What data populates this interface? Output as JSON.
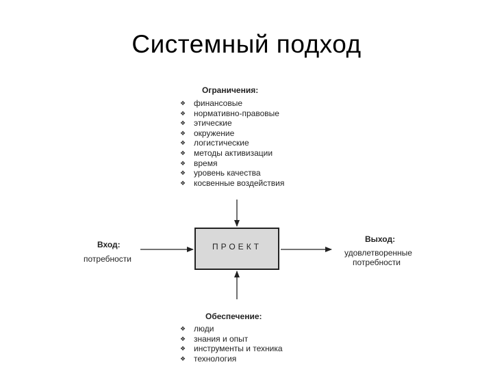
{
  "title": "Системный подход",
  "diagram": {
    "constraints": {
      "header": "Ограничения:",
      "items": [
        "финансовые",
        "нормативно-правовые",
        "этические",
        "окружение",
        "логистические",
        "методы активизации",
        "время",
        "уровень качества",
        "косвенные воздействия"
      ]
    },
    "input": {
      "header": "Вход:",
      "text": "потребности"
    },
    "output": {
      "header": "Выход:",
      "text_lines": [
        "удовлетворенные",
        "потребности"
      ]
    },
    "center": {
      "label": "ПРОЕКТ"
    },
    "support": {
      "header": "Обеспечение:",
      "items": [
        "люди",
        "знания и опыт",
        "инструменты и техника",
        "технология"
      ]
    },
    "bullet_glyph": "❖"
  }
}
